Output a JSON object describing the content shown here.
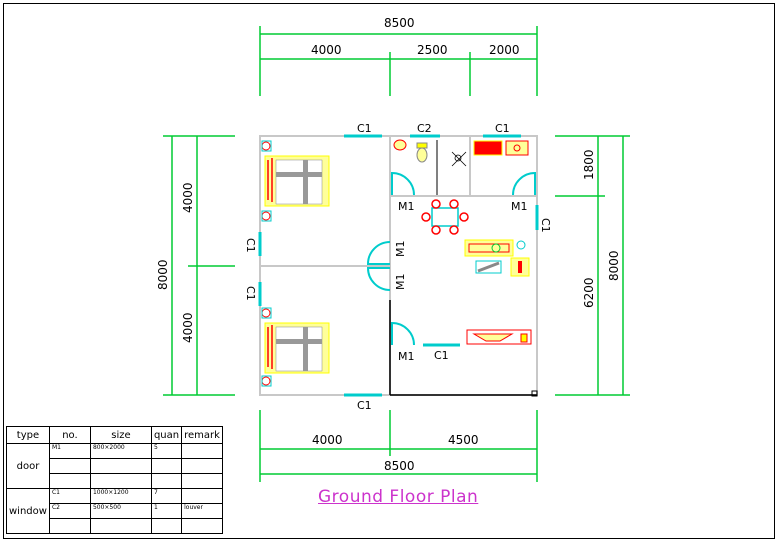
{
  "dimensions": {
    "top_total": "8500",
    "top_segments": [
      "4000",
      "2500",
      "2000"
    ],
    "bottom_segments": [
      "4000",
      "4500"
    ],
    "bottom_total": "8500",
    "left_total": "8000",
    "left_segments": [
      "4000",
      "4000"
    ],
    "right_segments": [
      "1800",
      "6200"
    ],
    "right_total": "8000"
  },
  "labels": {
    "c1": "C1",
    "c2": "C2",
    "m1": "M1"
  },
  "title": "Ground Floor Plan",
  "schedule": {
    "headers": [
      "type",
      "no.",
      "size",
      "quan",
      "remark"
    ],
    "door_type": "door",
    "window_type": "window",
    "rows": [
      {
        "no": "M1",
        "size": "800×2000",
        "quan": "5",
        "remark": ""
      },
      {
        "no": "C1",
        "size": "1000×1200",
        "quan": "7",
        "remark": ""
      },
      {
        "no": "C2",
        "size": "500×500",
        "quan": "1",
        "remark": "louver"
      }
    ]
  },
  "colors": {
    "dimension": "#00cc33",
    "wall": "#c8c8c8",
    "opening": "#00cccc",
    "furniture": "#ff0000",
    "highlight": "#ffff00",
    "title": "#cc33cc"
  }
}
